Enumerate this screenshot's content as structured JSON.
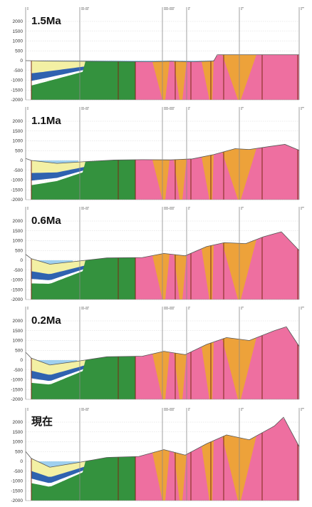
{
  "colors": {
    "background": "#ffffff",
    "grid": "#d8d8d8",
    "fault_line": "#8a8a8a",
    "sea": "#9fd0ef",
    "sediment_yellow": "#f3f0a4",
    "sediment_blue": "#2f62b0",
    "green_unit": "#34923e",
    "pink_unit": "#ee6fa0",
    "orange_unit": "#eda23a",
    "red_fault": "#7a2a14"
  },
  "depth_ticks": [
    "2000",
    "1500",
    "1000",
    "500",
    "0",
    "-500",
    "-1000",
    "-1500",
    "-2000"
  ],
  "fault_labels": [
    "I",
    "II-II'",
    "III-III'",
    "I'",
    "I''",
    "I'''"
  ],
  "panels": [
    {
      "label": "1.5Ma",
      "stage": 0
    },
    {
      "label": "1.1Ma",
      "stage": 1
    },
    {
      "label": "0.6Ma",
      "stage": 2
    },
    {
      "label": "0.2Ma",
      "stage": 3
    },
    {
      "label": "現在",
      "stage": 4
    }
  ]
}
